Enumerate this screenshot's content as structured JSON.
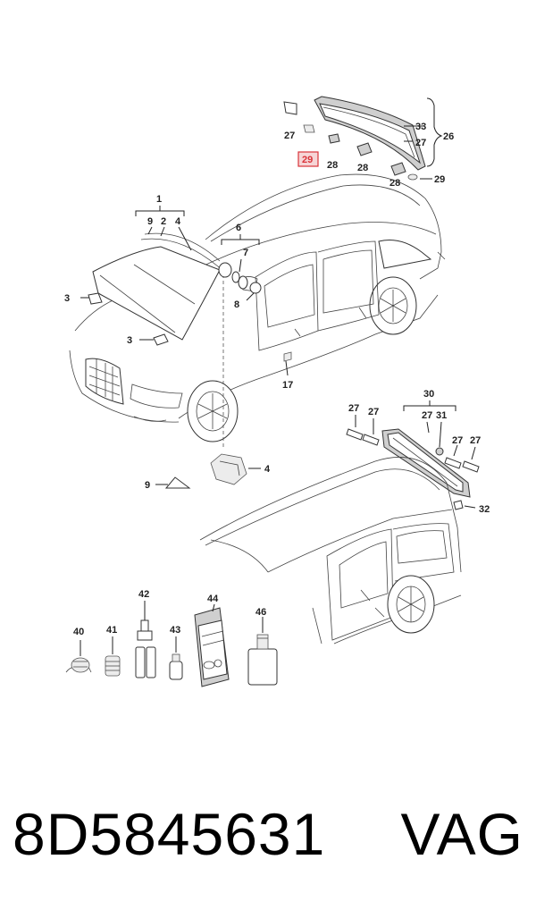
{
  "diagram": {
    "callouts": {
      "c1": "1",
      "c2": "2",
      "c3a": "3",
      "c3b": "3",
      "c4a": "4",
      "c4b": "4",
      "c6": "6",
      "c7": "7",
      "c8": "8",
      "c9a": "9",
      "c9b": "9",
      "c17": "17",
      "c26": "26",
      "c27a": "27",
      "c27b": "27",
      "c27c": "27",
      "c27d": "27",
      "c27e": "27",
      "c27f": "27",
      "c27g": "27",
      "c28a": "28",
      "c28b": "28",
      "c28c": "28",
      "c29a": "29",
      "c29b": "29",
      "c30": "30",
      "c31": "31",
      "c32": "32",
      "c33": "33",
      "c40": "40",
      "c41": "41",
      "c42": "42",
      "c43": "43",
      "c44": "44",
      "c46": "46"
    },
    "highlighted_callout": "29",
    "highlight_color": "#d9343a",
    "highlight_fill": "#f6d5d6"
  },
  "footer": {
    "part_number": "8D5845631",
    "brand": "VAG"
  }
}
